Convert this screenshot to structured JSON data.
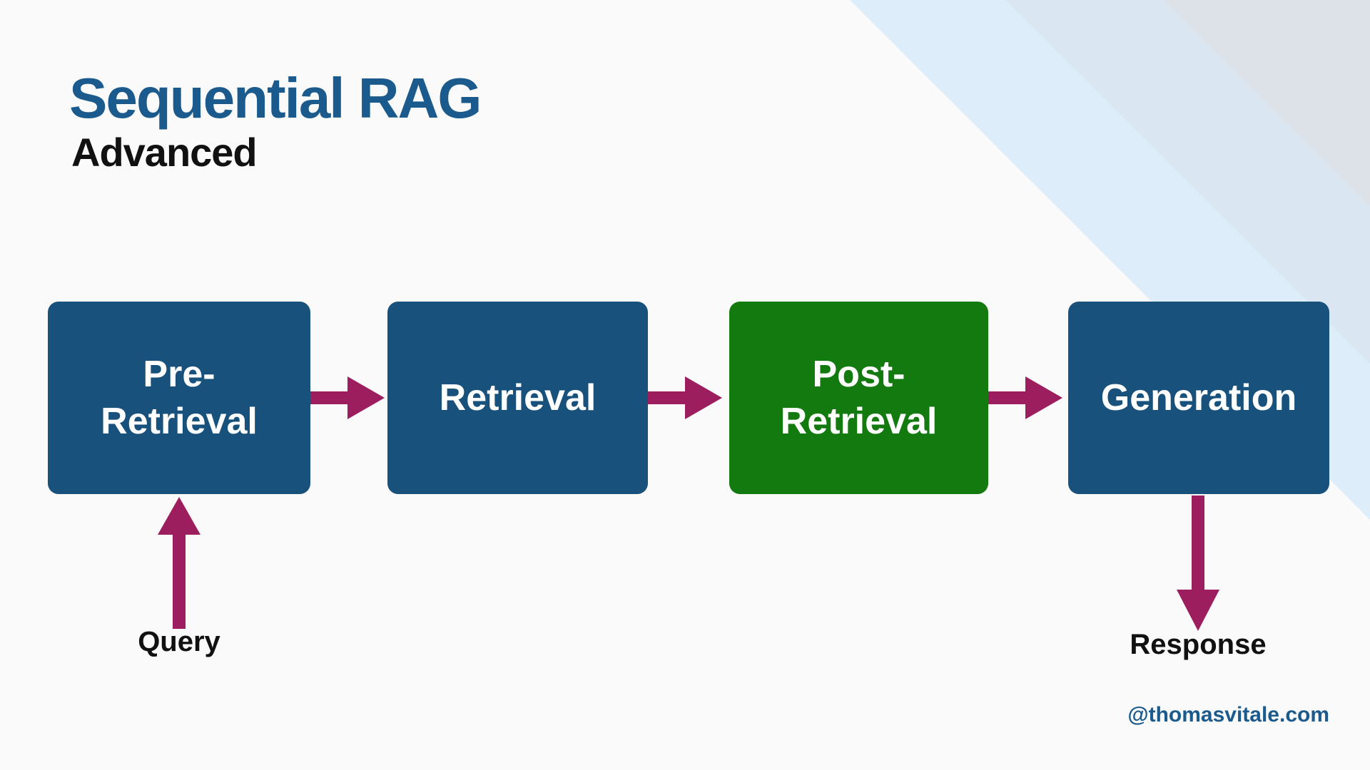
{
  "slide": {
    "title": "Sequential RAG",
    "subtitle": "Advanced",
    "watermark": "@thomasvitale.com"
  },
  "diagram": {
    "type": "flow",
    "nodes": [
      {
        "id": "pre-retrieval",
        "label": "Pre-Retrieval",
        "lines": [
          "Pre-",
          "Retrieval"
        ],
        "color": "#17517C"
      },
      {
        "id": "retrieval",
        "label": "Retrieval",
        "lines": [
          "Retrieval"
        ],
        "color": "#17517C"
      },
      {
        "id": "post-retrieval",
        "label": "Post-Retrieval",
        "lines": [
          "Post-",
          "Retrieval"
        ],
        "color": "#137A10"
      },
      {
        "id": "generation",
        "label": "Generation",
        "lines": [
          "Generation"
        ],
        "color": "#17517C"
      }
    ],
    "input_label": "Query",
    "output_label": "Response",
    "edges": [
      {
        "from": "Query",
        "to": "Pre-Retrieval",
        "direction": "up"
      },
      {
        "from": "Pre-Retrieval",
        "to": "Retrieval",
        "direction": "right"
      },
      {
        "from": "Retrieval",
        "to": "Post-Retrieval",
        "direction": "right"
      },
      {
        "from": "Post-Retrieval",
        "to": "Generation",
        "direction": "right"
      },
      {
        "from": "Generation",
        "to": "Response",
        "direction": "down"
      }
    ]
  },
  "colors": {
    "title_blue": "#1A5A8C",
    "subtitle_black": "#111111",
    "node_blue": "#17517C",
    "node_green": "#137A10",
    "arrow_magenta": "#9C1E5F",
    "io_label_black": "#111111",
    "background_offwhite": "#FBFAFA",
    "stripe_light_blue": "#DDEDF9",
    "stripe_mid_blue": "#DAE6F1",
    "stripe_corner_gray": "#DCE2E8"
  }
}
